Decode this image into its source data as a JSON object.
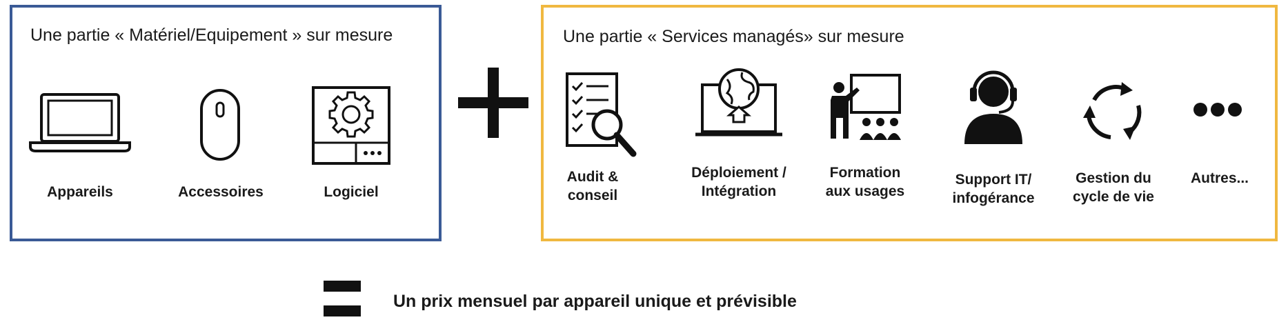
{
  "hardware": {
    "title": "Une partie « Matériel/Equipement » sur mesure",
    "border_color": "#3a5a96",
    "items": [
      {
        "label": "Appareils",
        "icon": "laptop-icon"
      },
      {
        "label": "Accessoires",
        "icon": "mouse-icon"
      },
      {
        "label": "Logiciel",
        "icon": "software-gear-icon"
      }
    ]
  },
  "operator": {
    "plus": "+",
    "equals": "="
  },
  "services": {
    "title": "Une partie « Services managés» sur mesure",
    "border_color": "#f0b840",
    "items": [
      {
        "label_line1": "Audit &",
        "label_line2": "conseil",
        "icon": "audit-checklist-icon"
      },
      {
        "label_line1": "Déploiement /",
        "label_line2": "Intégration",
        "icon": "deployment-globe-icon"
      },
      {
        "label_line1": "Formation",
        "label_line2": "aux usages",
        "icon": "training-presentation-icon"
      },
      {
        "label_line1": "Support IT/",
        "label_line2": "infogérance",
        "icon": "support-headset-icon"
      },
      {
        "label_line1": "Gestion du",
        "label_line2": "cycle de vie",
        "icon": "lifecycle-cycle-icon"
      },
      {
        "label_line1": "Autres...",
        "label_line2": "",
        "icon": "more-dots-icon"
      }
    ]
  },
  "result": {
    "text": "Un prix mensuel par appareil unique et prévisible"
  }
}
